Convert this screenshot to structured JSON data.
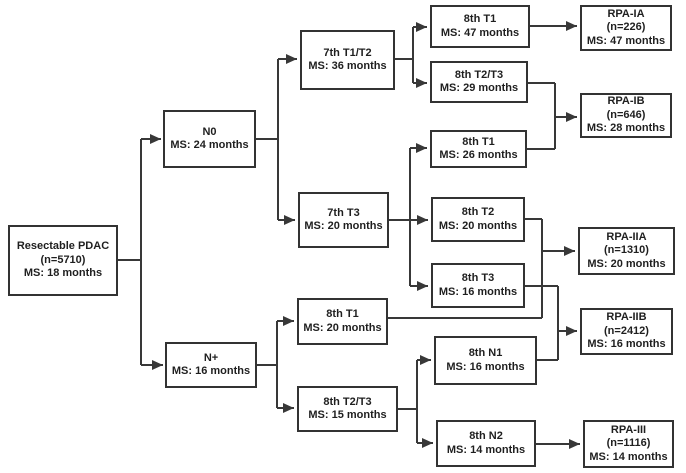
{
  "figure": {
    "title": "Resectable PDAC RPA staging flowchart",
    "background_color": "#ffffff",
    "line_color": "#383838",
    "box_border_color": "#333333",
    "text_color": "#1f1f1f",
    "nodes": {
      "root": {
        "lines": [
          "Resectable PDAC",
          "(n=5710)",
          "MS: 18 months"
        ]
      },
      "n0": {
        "lines": [
          "N0",
          "MS: 24 months"
        ]
      },
      "n_plus": {
        "lines": [
          "N+",
          "MS: 16 months"
        ]
      },
      "t7_t1t2": {
        "lines": [
          "7th T1/T2",
          "MS: 36 months"
        ]
      },
      "t7_t3": {
        "lines": [
          "7th T3",
          "MS: 20 months"
        ]
      },
      "t8_t1_47": {
        "lines": [
          "8th T1",
          "MS: 47 months"
        ]
      },
      "t8_t2t3_29": {
        "lines": [
          "8th T2/T3",
          "MS: 29 months"
        ]
      },
      "t8_t1_26": {
        "lines": [
          "8th T1",
          "MS: 26 months"
        ]
      },
      "t8_t2_20": {
        "lines": [
          "8th T2",
          "MS: 20 months"
        ]
      },
      "t8_t3_16": {
        "lines": [
          "8th T3",
          "MS: 16 months"
        ]
      },
      "t8_t1_20": {
        "lines": [
          "8th T1",
          "MS: 20 months"
        ]
      },
      "t8_t2t3_15": {
        "lines": [
          "8th T2/T3",
          "MS: 15 months"
        ]
      },
      "t8_n1": {
        "lines": [
          "8th N1",
          "MS: 16 months"
        ]
      },
      "t8_n2": {
        "lines": [
          "8th N2",
          "MS: 14 months"
        ]
      },
      "rpa_ia": {
        "lines": [
          "RPA-IA",
          "(n=226)",
          "MS: 47 months"
        ]
      },
      "rpa_ib": {
        "lines": [
          "RPA-IB",
          "(n=646)",
          "MS: 28 months"
        ]
      },
      "rpa_iia": {
        "lines": [
          "RPA-IIA",
          "(n=1310)",
          "MS: 20 months"
        ]
      },
      "rpa_iib": {
        "lines": [
          "RPA-IIB",
          "(n=2412)",
          "MS: 16 months"
        ]
      },
      "rpa_iii": {
        "lines": [
          "RPA-III",
          "(n=1116)",
          "MS: 14 months"
        ]
      }
    }
  }
}
